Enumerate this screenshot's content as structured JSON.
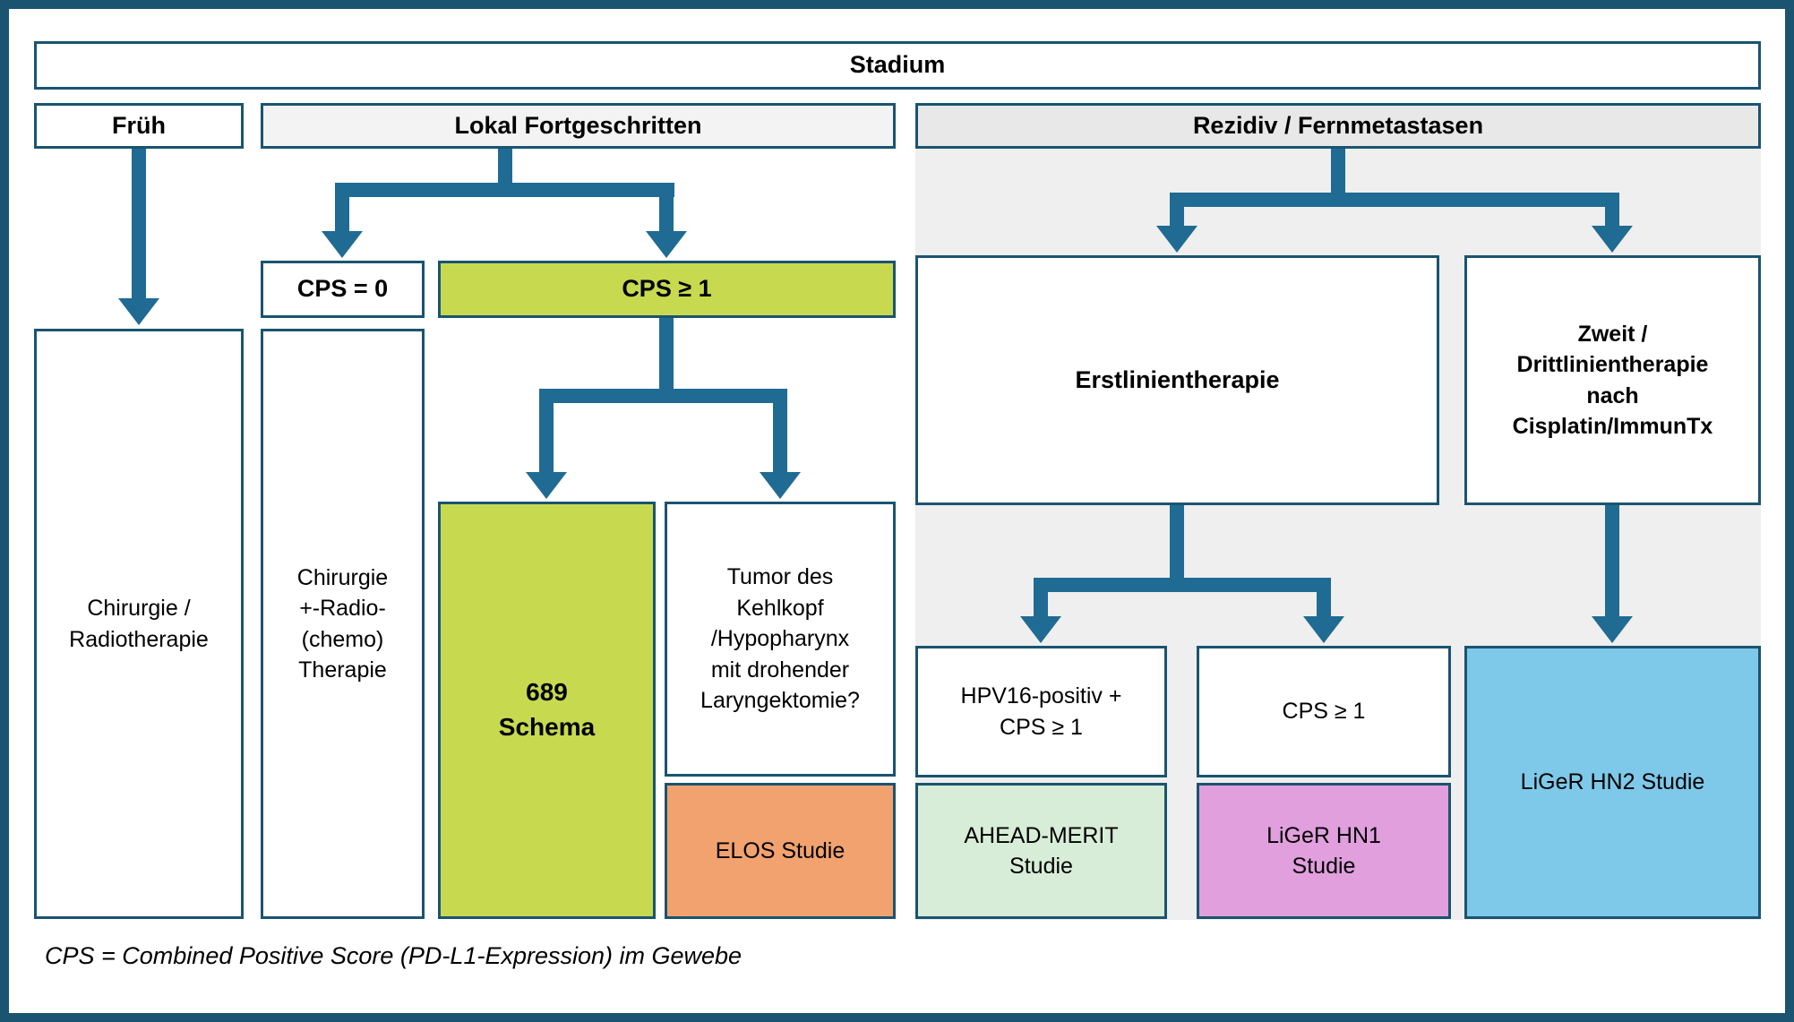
{
  "colors": {
    "frame": "#1A5470",
    "arrow": "#1F6B93",
    "green": "#C7DA4F",
    "orange": "#F1A26F",
    "light_green": "#D8EDD7",
    "pink": "#E19FDE",
    "blue": "#7EC8E9",
    "gray_panel": "#EFEFEF",
    "header_gray_light": "#F3F3F3",
    "header_gray": "#E8E8E8"
  },
  "header": {
    "title": "Stadium"
  },
  "columns": {
    "frueh": "Früh",
    "lokal": "Lokal Fortgeschritten",
    "rezidiv": "Rezidiv / Fernmetastasen"
  },
  "nodes": {
    "chirurgie_radiotherapie": "Chirurgie /\nRadiotherapie",
    "cps_0": "CPS = 0",
    "cps_ge_1": "CPS ≥ 1",
    "chirurgie_radio_chemo": "Chirurgie\n+-Radio-\n(chemo)\nTherapie",
    "schema_689": "689\nSchema",
    "tumor_kehlkopf": "Tumor des\nKehlkopf\n/Hypopharynx\nmit drohender\nLaryngektomie?",
    "elos": "ELOS Studie",
    "erstlinientherapie": "Erstlinientherapie",
    "zweit_drittlinie": "Zweit /\nDrittlinientherapie\nnach\nCisplatin/ImmunTx",
    "hpv16": "HPV16-positiv +\nCPS ≥ 1",
    "cps_ge_1_rezidiv": "CPS ≥ 1",
    "ahead_merit": "AHEAD-MERIT\nStudie",
    "liger_hn1": "LiGeR HN1\nStudie",
    "liger_hn2": "LiGeR HN2 Studie"
  },
  "footnote": "CPS = Combined Positive Score (PD-L1-Expression) im Gewebe"
}
